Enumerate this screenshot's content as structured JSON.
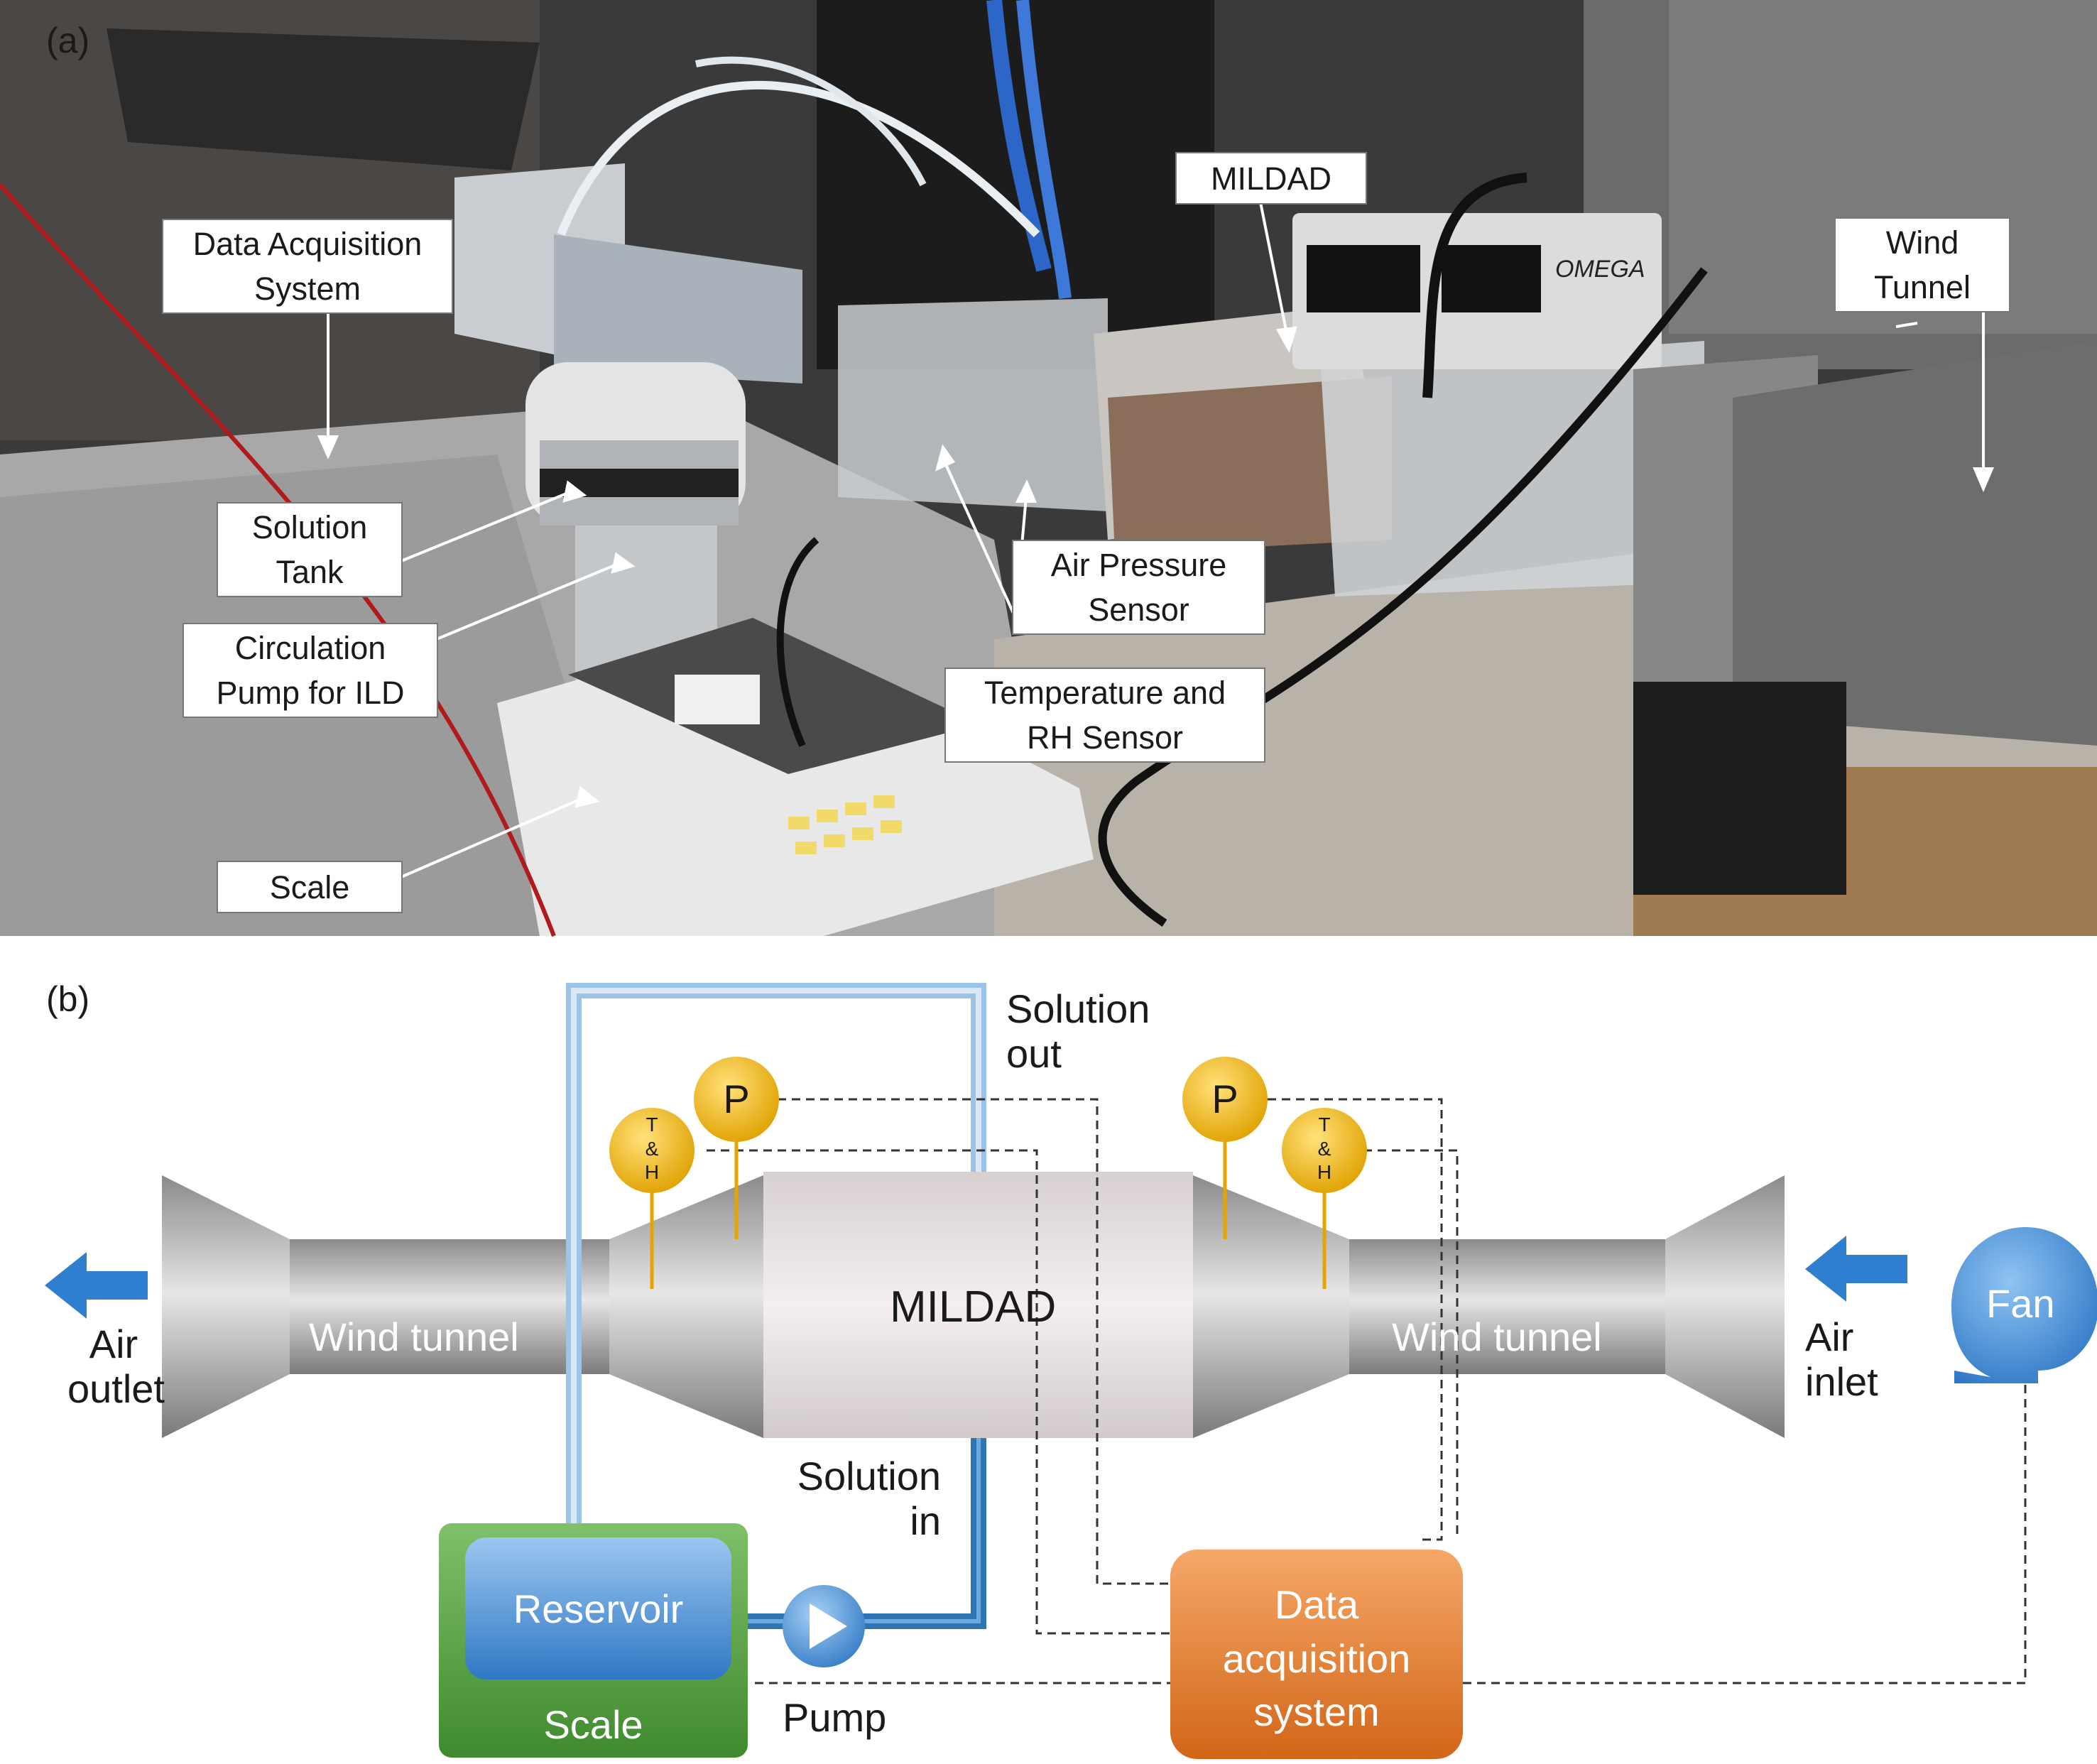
{
  "panel_a": {
    "letter": "(a)",
    "labels": {
      "daq": [
        "Data Acquisition",
        "System"
      ],
      "mildad": "MILDAD",
      "wind_tunnel": [
        "Wind",
        "Tunnel"
      ],
      "solution_tank": [
        "Solution",
        "Tank"
      ],
      "circ_pump": [
        "Circulation",
        "Pump for ILD"
      ],
      "air_pressure": [
        "Air Pressure",
        "Sensor"
      ],
      "temp_rh": [
        "Temperature and",
        "RH Sensor"
      ],
      "scale": "Scale"
    },
    "equipment_brand": "OMEGA"
  },
  "panel_b": {
    "letter": "(b)",
    "air_outlet": [
      "Air",
      "outlet"
    ],
    "air_inlet": [
      "Air",
      "inlet"
    ],
    "wind_tunnel_left": "Wind tunnel",
    "wind_tunnel_right": "Wind tunnel",
    "mildad": "MILDAD",
    "solution_out": [
      "Solution",
      "out"
    ],
    "solution_in": [
      "Solution",
      "in"
    ],
    "reservoir": "Reservoir",
    "scale": "Scale",
    "pump": "Pump",
    "daq": [
      "Data",
      "acquisition",
      "system"
    ],
    "fan": "Fan",
    "sensor_p": "P",
    "sensor_th": [
      "T",
      "&",
      "H"
    ]
  },
  "colors": {
    "sensor": "#f2b705",
    "solution_line_light": "#9dc3e6",
    "solution_line_dark": "#2e75b6",
    "reservoir": "#4a8fd4",
    "scale": "#4e9a3a",
    "daq": "#e0782a",
    "arrow": "#2f7fd0"
  }
}
